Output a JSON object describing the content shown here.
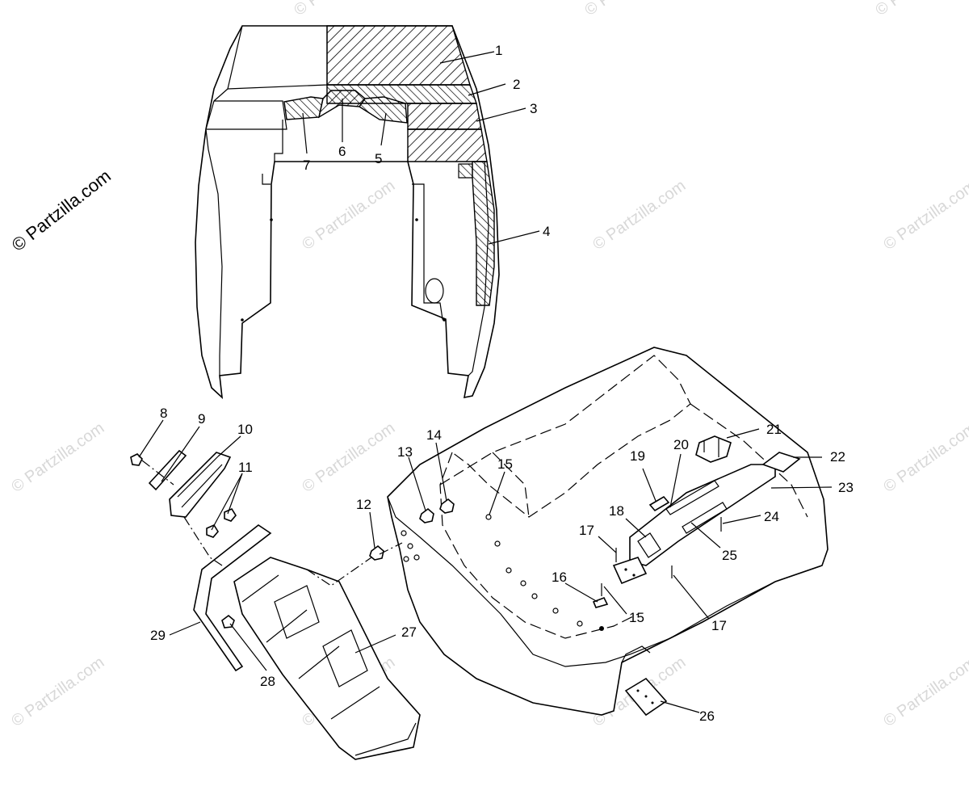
{
  "watermark": {
    "main": "© Partzilla.com",
    "faint": "© Partzilla.com"
  },
  "callouts": {
    "c1": "1",
    "c2": "2",
    "c3": "3",
    "c4": "4",
    "c5": "5",
    "c6": "6",
    "c7": "7",
    "c8": "8",
    "c9": "9",
    "c10": "10",
    "c11": "11",
    "c12": "12",
    "c13": "13",
    "c14": "14",
    "c15a": "15",
    "c15b": "15",
    "c16": "16",
    "c17a": "17",
    "c17b": "17",
    "c18": "18",
    "c19": "19",
    "c20": "20",
    "c21": "21",
    "c22": "22",
    "c23": "23",
    "c24": "24",
    "c25": "25",
    "c26": "26",
    "c27": "27",
    "c28": "28",
    "c29": "29"
  }
}
